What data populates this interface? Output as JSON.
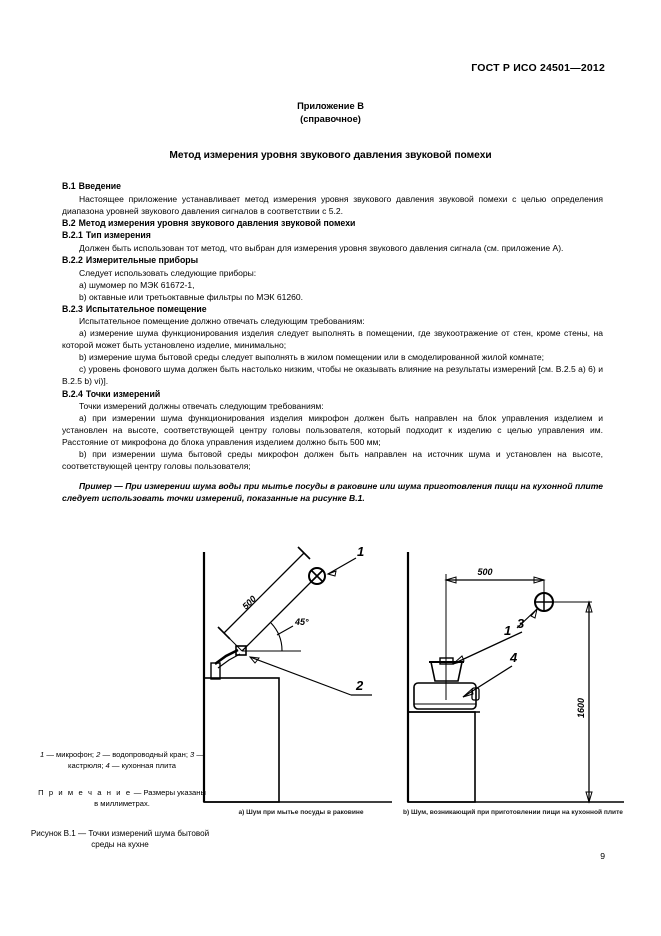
{
  "header": {
    "standard": "ГОСТ Р ИСО 24501—2012"
  },
  "annex": {
    "label": "Приложение В",
    "kind": "(справочное)",
    "title": "Метод измерения уровня звукового давления звуковой помехи"
  },
  "sections": {
    "b1": {
      "heading_num": "В.1",
      "heading_text": "Введение",
      "para": "Настоящее приложение устанавливает метод измерения уровня звукового давления звуковой помехи с целью определения диапазона уровней звукового давления сигналов в соответствии с 5.2."
    },
    "b2": {
      "heading_num": "В.2",
      "heading_text": "Метод измерения уровня звукового давления звуковой помехи"
    },
    "b21": {
      "heading_num": "В.2.1",
      "heading_text": "Тип измерения",
      "para": "Должен быть использован тот метод, что выбран для измерения уровня звукового давления сигнала (см. приложение А)."
    },
    "b22": {
      "heading_num": "В.2.2",
      "heading_text": "Измерительные приборы",
      "intro": "Следует использовать следующие приборы:",
      "items": [
        "a)  шумомер по МЭК 61672-1,",
        "b)  октавные или третьоктавные фильтры по МЭК 61260."
      ]
    },
    "b23": {
      "heading_num": "В.2.3",
      "heading_text": "Испытательное помещение",
      "intro": "Испытательное помещение должно отвечать следующим требованиям:",
      "items": [
        "a)  измерение шума функционирования изделия следует выполнять в помещении, где звукоотражение от стен, кроме стены, на которой может быть установлено изделие, минимально;",
        "b)  измерение шума бытовой среды следует выполнять в жилом помещении или в смоделированной жилой комнате;",
        "c)  уровень фонового шума должен быть настолько низким, чтобы не оказывать влияние на результаты измерений [см. В.2.5 a) 6) и В.2.5 b) vi)]."
      ]
    },
    "b24": {
      "heading_num": "В.2.4",
      "heading_text": "Точки измерений",
      "intro": "Точки измерений должны отвечать следующим требованиям:",
      "items": [
        "a)  при измерении шума функционирования изделия микрофон должен быть направлен на блок управления изделием и установлен на высоте, соответствующей центру головы пользователя, который подходит к изделию с целью управления им. Расстояние от микрофона до блока управления изделием должно быть 500 мм;",
        "b)  при измерении шума бытовой среды микрофон должен быть направлен на источник шума и установлен на высоте, соответствующей центру головы пользователя;"
      ],
      "example": "Пример — При измерении шума воды при мытье посуды в раковине или шума приготовления пищи на кухонной плите следует использовать точки измерений, показанные на рисунке В.1."
    }
  },
  "figure": {
    "legend": "1 — микрофон; 2 — водопроводный кран; 3 — кастрюля; 4 — кухонная плита",
    "legend_parts": {
      "n1": "1",
      "t1": " — микрофон; ",
      "n2": "2",
      "t2": " — водопроводный кран; ",
      "n3": "3",
      "t3": " — кастрюля; ",
      "n4": "4",
      "t4": " — кухонная плита"
    },
    "note_label": "П р и м е ч а н и е",
    "note_text": " — Размеры указаны в миллиметрах.",
    "caption": "Рисунок В.1 — Точки измерений шума бытовой среды на кухне",
    "subfigures": [
      {
        "id": "a",
        "caption": "a) Шум при мытье посуды в раковине",
        "dimensions": {
          "distance": "500",
          "angle": "45°"
        },
        "callouts": [
          "1",
          "2"
        ]
      },
      {
        "id": "b",
        "caption": "b) Шум, возникающий при приготовлении пищи на кухонной плите",
        "dimensions": {
          "distance": "500",
          "height": "1600"
        },
        "callouts": [
          "1",
          "3",
          "4"
        ]
      }
    ]
  },
  "page_number": "9"
}
